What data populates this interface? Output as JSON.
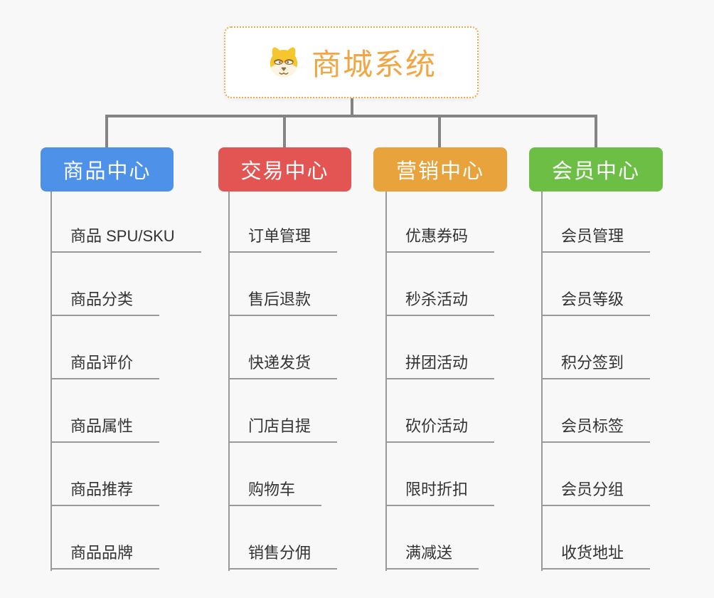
{
  "theme": {
    "background": "#F8F8F8",
    "root_accent": "#F2A643",
    "root_border": "#EFA94A",
    "connector_color": "#848484",
    "leaf_line_color": "#999999",
    "leaf_text_color": "#333333",
    "node_text_color": "#FFFFFF",
    "dog_yellow": "#F6C62F",
    "dog_cream": "#FDF4E3",
    "dog_brown": "#9A6A30"
  },
  "root": {
    "title": "商城系统",
    "icon": "dog-face-icon"
  },
  "branches": [
    {
      "label": "商品中心",
      "color": "#4D91E9",
      "items": [
        "商品 SPU/SKU",
        "商品分类",
        "商品评价",
        "商品属性",
        "商品推荐",
        "商品品牌"
      ]
    },
    {
      "label": "交易中心",
      "color": "#E25552",
      "items": [
        "订单管理",
        "售后退款",
        "快递发货",
        "门店自提",
        "购物车",
        "销售分佣"
      ]
    },
    {
      "label": "营销中心",
      "color": "#E8A33D",
      "items": [
        "优惠券码",
        "秒杀活动",
        "拼团活动",
        "砍价活动",
        "限时折扣",
        "满减送"
      ]
    },
    {
      "label": "会员中心",
      "color": "#6DBE45",
      "items": [
        "会员管理",
        "会员等级",
        "积分签到",
        "会员标签",
        "会员分组",
        "收货地址"
      ]
    }
  ]
}
